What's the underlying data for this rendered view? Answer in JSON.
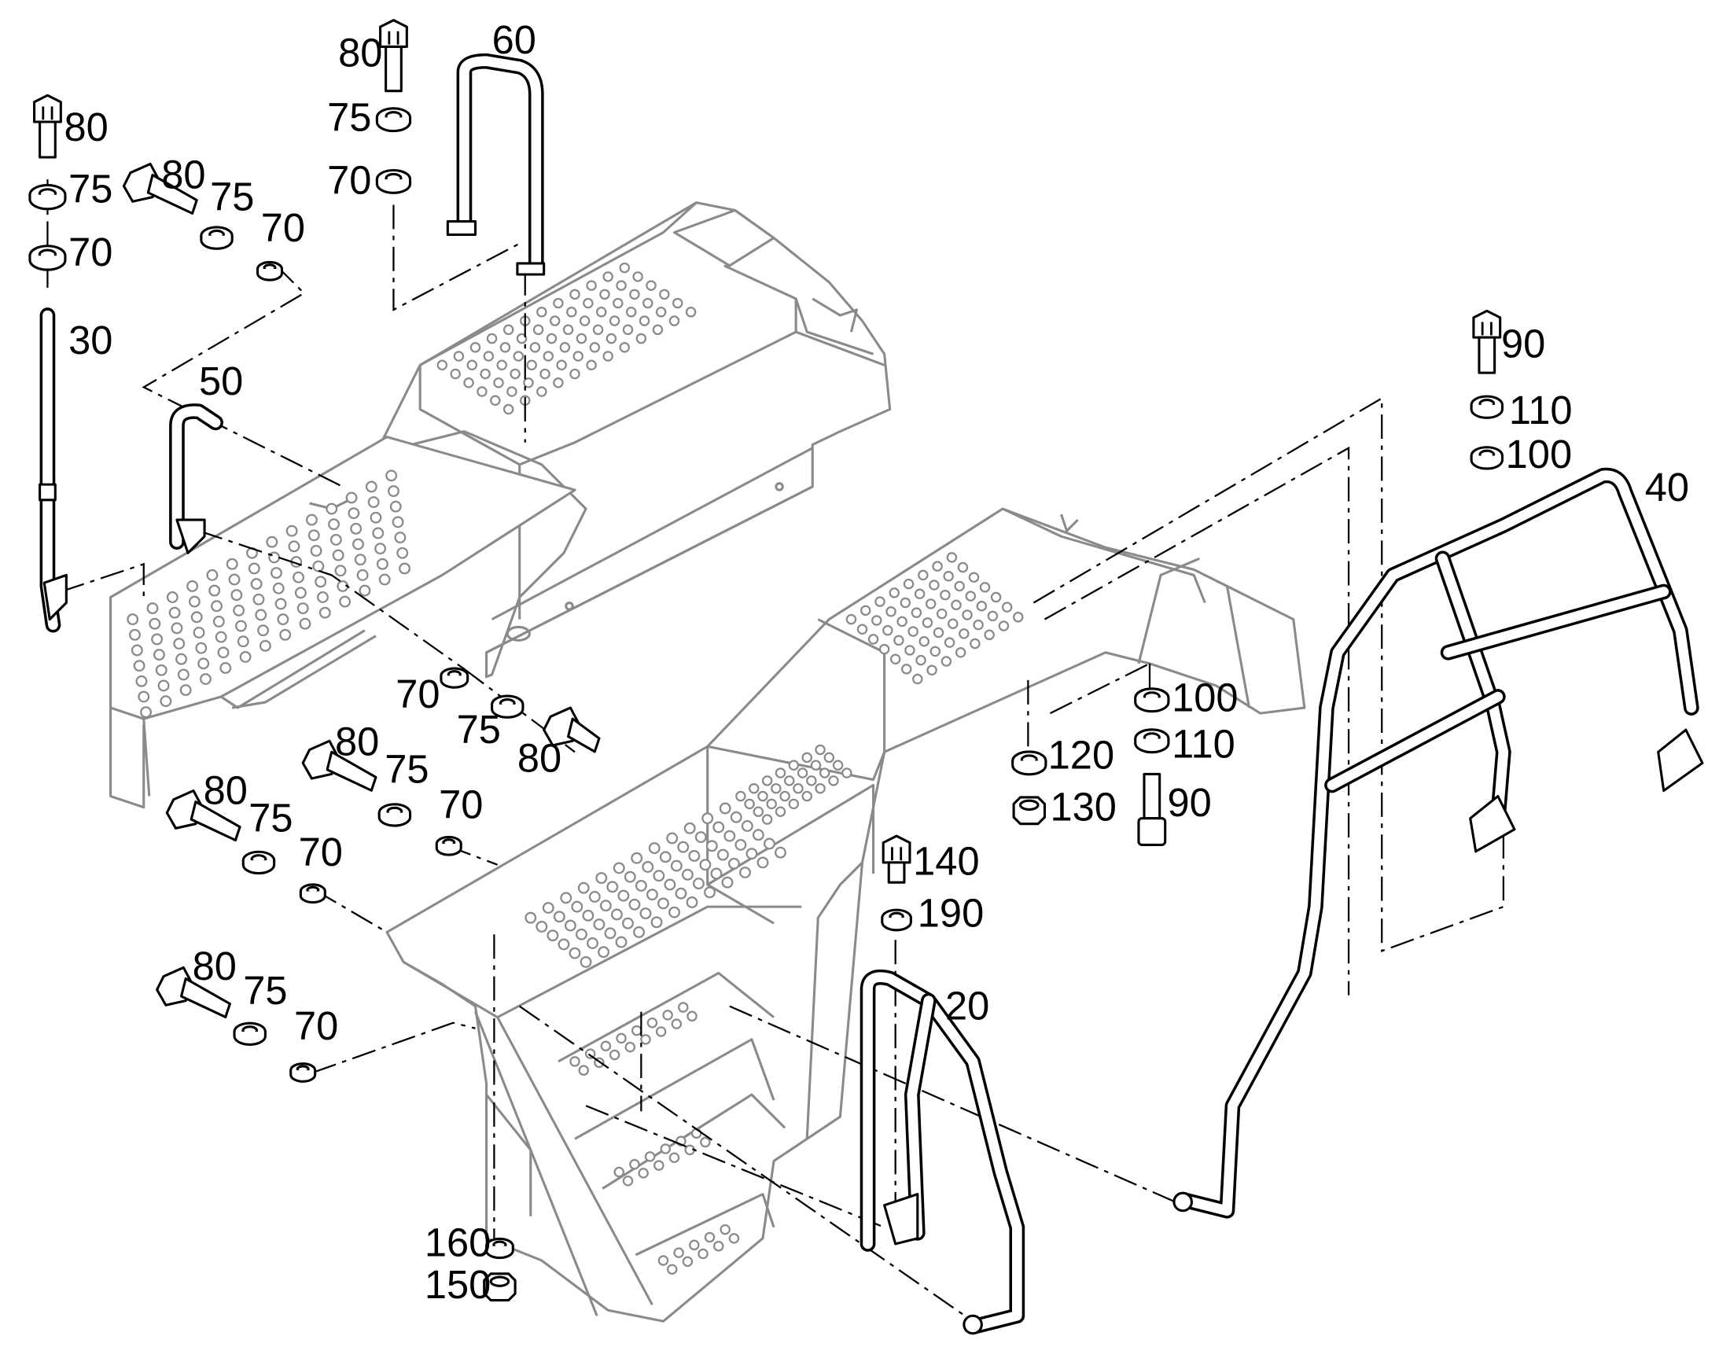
{
  "diagram": {
    "kind": "exploded-parts-drawing",
    "labels": [
      {
        "id": "l80a",
        "text": "80"
      },
      {
        "id": "l75a",
        "text": "75"
      },
      {
        "id": "l70a",
        "text": "70"
      },
      {
        "id": "l30",
        "text": "30"
      },
      {
        "id": "l80b",
        "text": "80"
      },
      {
        "id": "l75b",
        "text": "75"
      },
      {
        "id": "l70b",
        "text": "70"
      },
      {
        "id": "l80c",
        "text": "80"
      },
      {
        "id": "l75c",
        "text": "75"
      },
      {
        "id": "l70c",
        "text": "70"
      },
      {
        "id": "l60",
        "text": "60"
      },
      {
        "id": "l50",
        "text": "50"
      },
      {
        "id": "l70d",
        "text": "70"
      },
      {
        "id": "l75d",
        "text": "75"
      },
      {
        "id": "l80d",
        "text": "80"
      },
      {
        "id": "l80e",
        "text": "80"
      },
      {
        "id": "l75e",
        "text": "75"
      },
      {
        "id": "l70e",
        "text": "70"
      },
      {
        "id": "l80f",
        "text": "80"
      },
      {
        "id": "l75f",
        "text": "75"
      },
      {
        "id": "l70f",
        "text": "70"
      },
      {
        "id": "l80g",
        "text": "80"
      },
      {
        "id": "l75g",
        "text": "75"
      },
      {
        "id": "l70g",
        "text": "70"
      },
      {
        "id": "l160",
        "text": "160"
      },
      {
        "id": "l150",
        "text": "150"
      },
      {
        "id": "l140",
        "text": "140"
      },
      {
        "id": "l190",
        "text": "190"
      },
      {
        "id": "l20",
        "text": "20"
      },
      {
        "id": "l90a",
        "text": "90"
      },
      {
        "id": "l110a",
        "text": "110"
      },
      {
        "id": "l100a",
        "text": "100"
      },
      {
        "id": "l40",
        "text": "40"
      },
      {
        "id": "l100b",
        "text": "100"
      },
      {
        "id": "l110b",
        "text": "110"
      },
      {
        "id": "l90b",
        "text": "90"
      },
      {
        "id": "l120",
        "text": "120"
      },
      {
        "id": "l130",
        "text": "130"
      }
    ]
  }
}
